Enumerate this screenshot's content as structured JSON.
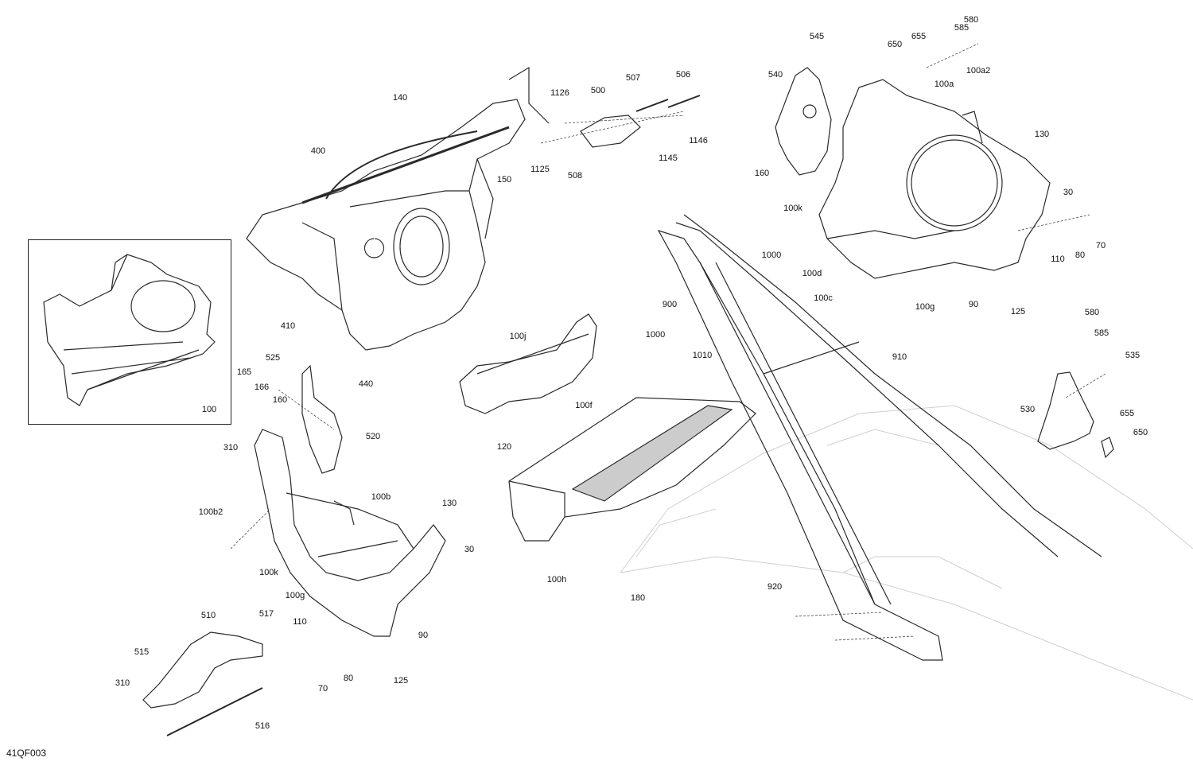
{
  "diagram": {
    "drawing_code": "41QF003",
    "callouts": [
      "100",
      "140",
      "400",
      "410",
      "440",
      "150",
      "1126",
      "500",
      "507",
      "506",
      "1125",
      "508",
      "1145",
      "1146",
      "545",
      "540",
      "650",
      "655",
      "585",
      "580",
      "100a2",
      "100a",
      "130",
      "160",
      "100k",
      "30",
      "70",
      "80",
      "110",
      "1000",
      "100d",
      "100c",
      "100g",
      "90",
      "125",
      "900",
      "910",
      "1000",
      "1010",
      "100j",
      "525",
      "165",
      "166",
      "160",
      "520",
      "310",
      "100b2",
      "100b",
      "130",
      "100k",
      "30",
      "100g",
      "90",
      "110",
      "80",
      "70",
      "125",
      "510",
      "517",
      "515",
      "310",
      "516",
      "100f",
      "120",
      "100h",
      "180",
      "920",
      "580",
      "585",
      "535",
      "530",
      "655",
      "650"
    ]
  },
  "colors": {
    "line": "#2a2a2a",
    "ghost": "#c8c8c8",
    "hatch": "#555555"
  }
}
